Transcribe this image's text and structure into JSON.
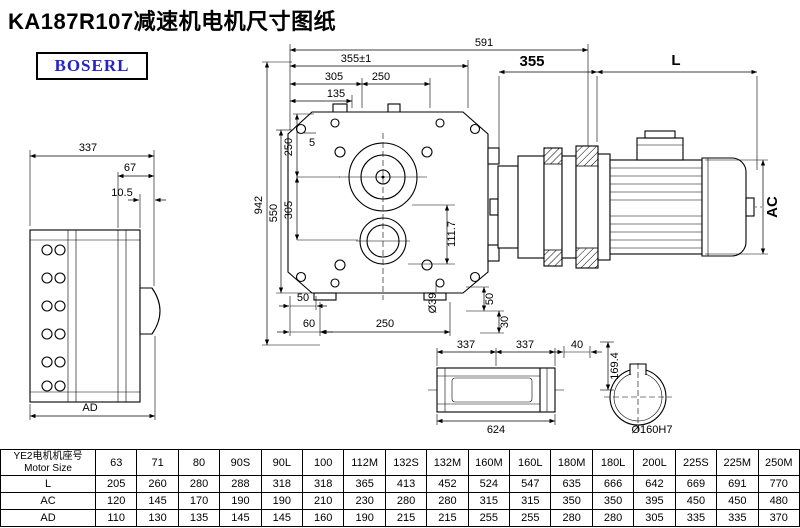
{
  "page": {
    "title": "KA187R107减速机电机尺寸图纸",
    "logo": "BOSERL"
  },
  "drawing": {
    "left_view": {
      "width": "337",
      "flange": "67",
      "lip": "10.5",
      "ad": "AD"
    },
    "front_view": {
      "total_width": "591",
      "width_tol": "355±1",
      "top_305": "305",
      "top_250": "250",
      "top_135": "135",
      "v_942": "942",
      "v_550": "550",
      "v_250": "250",
      "v_305": "305",
      "v_5": "5",
      "v_111_7": "111.7",
      "b_50": "50",
      "b_60": "60",
      "b_250": "250",
      "bore_39": "Ø39",
      "r_50": "50",
      "r_30": "30"
    },
    "motor_view": {
      "flange_len": "355",
      "motor_len": "L",
      "motor_dia": "AC"
    },
    "shaft_view": {
      "seg1": "337",
      "seg2": "337",
      "total": "624"
    },
    "bore_view": {
      "key_w": "40",
      "key_h": "169.4",
      "bore": "Ø160H7"
    }
  },
  "table": {
    "header_cn": "YE2电机机座号",
    "header_en": "Motor Size",
    "motor_sizes": [
      "63",
      "71",
      "80",
      "90S",
      "90L",
      "100",
      "112M",
      "132S",
      "132M",
      "160M",
      "160L",
      "180M",
      "180L",
      "200L",
      "225S",
      "225M",
      "250M"
    ],
    "rows": [
      {
        "label": "L",
        "values": [
          "205",
          "260",
          "280",
          "288",
          "318",
          "318",
          "365",
          "413",
          "452",
          "524",
          "547",
          "635",
          "666",
          "642",
          "669",
          "691",
          "770"
        ]
      },
      {
        "label": "AC",
        "values": [
          "120",
          "145",
          "170",
          "190",
          "190",
          "210",
          "230",
          "280",
          "280",
          "315",
          "315",
          "350",
          "350",
          "395",
          "450",
          "450",
          "480"
        ]
      },
      {
        "label": "AD",
        "values": [
          "110",
          "130",
          "135",
          "145",
          "145",
          "160",
          "190",
          "215",
          "215",
          "255",
          "255",
          "280",
          "280",
          "305",
          "335",
          "335",
          "370"
        ]
      }
    ]
  }
}
